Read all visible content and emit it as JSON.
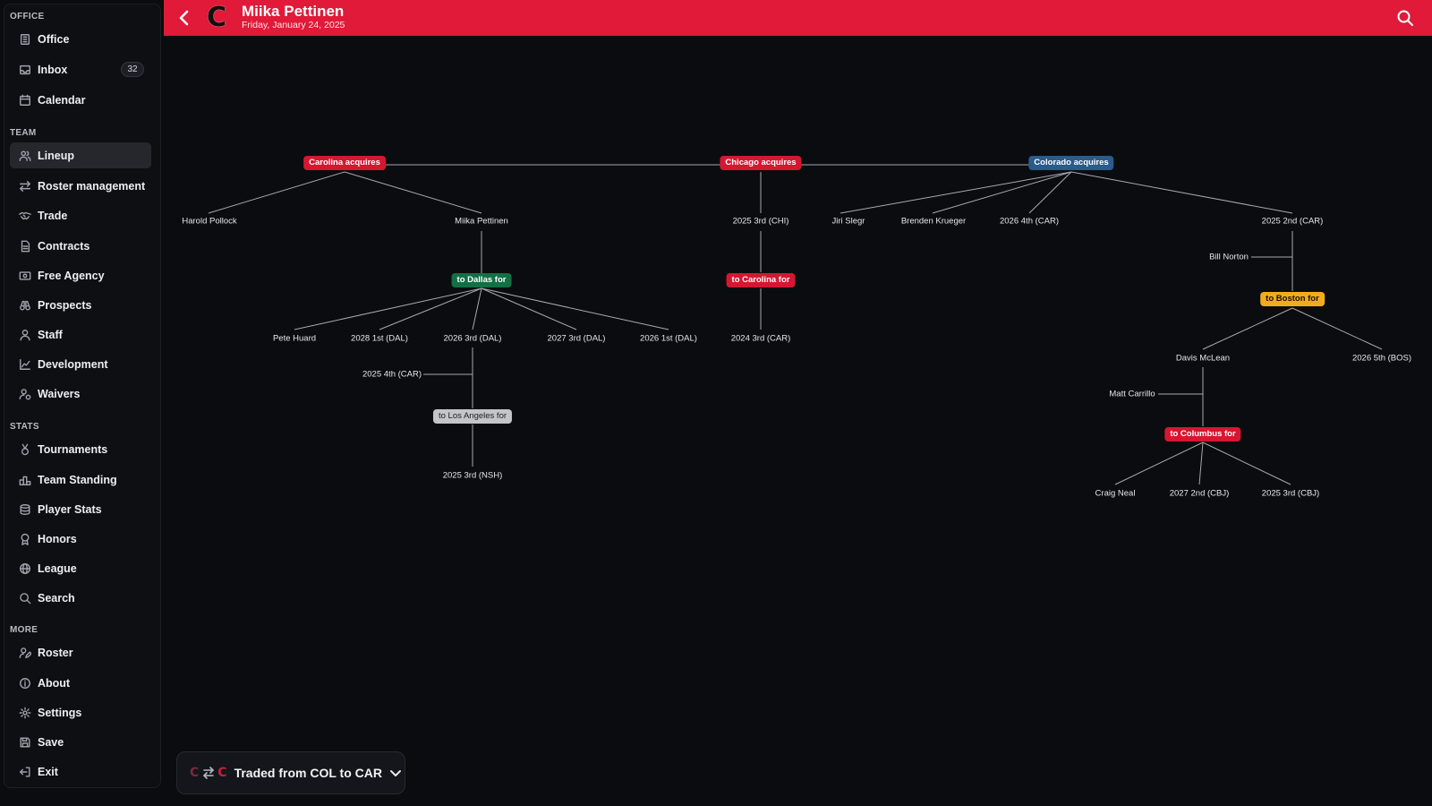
{
  "header": {
    "player_name": "Miika Pettinen",
    "date": "Friday, January 24, 2025",
    "logo_letter": "C",
    "accent_color": "#e01a38"
  },
  "sidebar": {
    "sections": [
      {
        "title": "OFFICE",
        "items": [
          {
            "label": "Office",
            "icon": "office-icon"
          },
          {
            "label": "Inbox",
            "icon": "inbox-icon",
            "badge": "32"
          },
          {
            "label": "Calendar",
            "icon": "calendar-icon"
          }
        ]
      },
      {
        "title": "TEAM",
        "items": [
          {
            "label": "Lineup",
            "icon": "users-icon",
            "active": true
          },
          {
            "label": "Roster management",
            "icon": "swap-arrows-icon"
          },
          {
            "label": "Trade",
            "icon": "handshake-icon"
          },
          {
            "label": "Contracts",
            "icon": "contract-icon"
          },
          {
            "label": "Free Agency",
            "icon": "money-icon"
          },
          {
            "label": "Prospects",
            "icon": "binoculars-icon"
          },
          {
            "label": "Staff",
            "icon": "staff-icon"
          },
          {
            "label": "Development",
            "icon": "chart-line-icon"
          },
          {
            "label": "Waivers",
            "icon": "user-waiver-icon"
          }
        ]
      },
      {
        "title": "STATS",
        "items": [
          {
            "label": "Tournaments",
            "icon": "medal-icon"
          },
          {
            "label": "Team Standing",
            "icon": "podium-icon"
          },
          {
            "label": "Player Stats",
            "icon": "database-icon"
          },
          {
            "label": "Honors",
            "icon": "award-icon"
          },
          {
            "label": "League",
            "icon": "globe-icon"
          },
          {
            "label": "Search",
            "icon": "search-icon"
          }
        ]
      },
      {
        "title": "MORE",
        "items": [
          {
            "label": "Roster",
            "icon": "user-edit-icon"
          },
          {
            "label": "About",
            "icon": "info-icon"
          },
          {
            "label": "Settings",
            "icon": "gear-icon"
          },
          {
            "label": "Save",
            "icon": "save-icon"
          },
          {
            "label": "Exit",
            "icon": "exit-icon"
          }
        ]
      }
    ]
  },
  "tree": {
    "pills": {
      "carolina_acquires": "Carolina acquires",
      "chicago_acquires": "Chicago acquires",
      "colorado_acquires": "Colorado acquires",
      "to_dallas": "to Dallas for",
      "to_carolina": "to Carolina for",
      "to_boston": "to Boston for",
      "to_los_angeles": "to Los Angeles for",
      "to_columbus": "to Columbus for"
    },
    "labels": {
      "harold_pollock": "Harold Pollock",
      "miika_pettinen": "Miika Pettinen",
      "chi_2025_3rd": "2025 3rd (CHI)",
      "jiri_slegr": "Jiri Slegr",
      "brenden_krueger": "Brenden Krueger",
      "car_2026_4th": "2026 4th (CAR)",
      "car_2025_2nd": "2025 2nd (CAR)",
      "bill_norton": "Bill Norton",
      "pete_huard": "Pete Huard",
      "dal_2028_1st": "2028 1st (DAL)",
      "dal_2026_3rd": "2026 3rd (DAL)",
      "dal_2027_3rd": "2027 3rd (DAL)",
      "dal_2026_1st": "2026 1st (DAL)",
      "car_2024_3rd": "2024 3rd (CAR)",
      "car_2025_4th": "2025 4th (CAR)",
      "nsh_2025_3rd": "2025 3rd (NSH)",
      "davis_mclean": "Davis McLean",
      "bos_2026_5th": "2026 5th (BOS)",
      "matt_carrillo": "Matt Carrillo",
      "craig_neal": "Craig Neal",
      "cbj_2027_2nd": "2027 2nd (CBJ)",
      "cbj_2025_3rd": "2025 3rd (CBJ)"
    }
  },
  "trade_selector": {
    "label": "Traded from COL to CAR",
    "from_logo": "C",
    "to_logo": "C"
  }
}
